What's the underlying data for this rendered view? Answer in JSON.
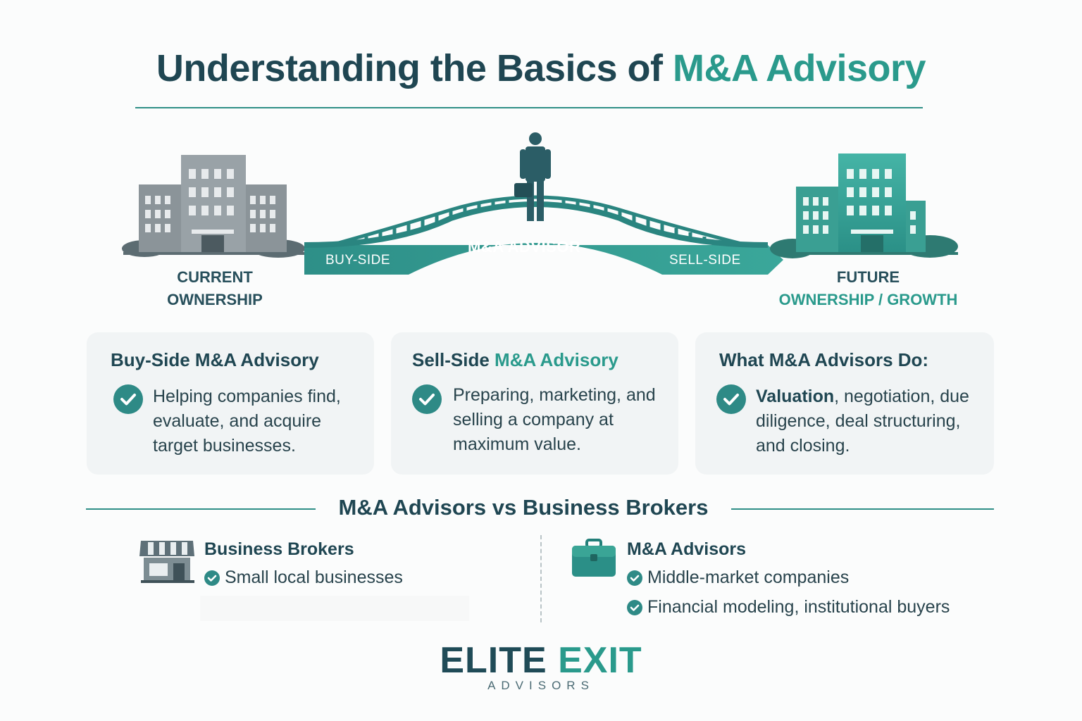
{
  "title": {
    "main": "Understanding the Basics of ",
    "accent": "M&A Advisory"
  },
  "hero": {
    "current_ownership": "CURRENT OWNERSHIP",
    "future_line1": "FUTURE",
    "future_line2": "OWNERSHIP / GROWTH",
    "buy_side": "BUY-SIDE",
    "sell_side": "SELL-SIDE",
    "advisor": "M&A ADVISOR"
  },
  "cards": [
    {
      "title": "Buy-Side M&A Advisory",
      "title_accent": "",
      "body": "Helping companies find, evaluate, and acquire target businesses.",
      "body_strong": ""
    },
    {
      "title": "Sell-Side ",
      "title_accent": "M&A Advisory",
      "body": "Preparing, marketing, and selling a company at maximum value.",
      "body_strong": ""
    },
    {
      "title": "What M&A Advisors Do:",
      "title_accent": "",
      "body_strong": "Valuation",
      "body": ", negotiation, due diligence, deal structuring, and closing."
    }
  ],
  "comparison": {
    "heading": "M&A Advisors vs Business Brokers",
    "brokers": {
      "title": "Business Brokers",
      "items": [
        "Small local businesses"
      ],
      "icon": "storefront-icon"
    },
    "advisors": {
      "title": "M&A Advisors",
      "items": [
        "Middle-market companies",
        "Financial modeling, institutional buyers"
      ],
      "icon": "briefcase-icon"
    }
  },
  "logo": {
    "word1": "ELITE ",
    "word2": "EXIT",
    "sub": "ADVISORS"
  },
  "colors": {
    "dark": "#1f4652",
    "accent": "#2a9a8c",
    "card_bg": "#f1f4f5",
    "check": "#2e8a86"
  }
}
